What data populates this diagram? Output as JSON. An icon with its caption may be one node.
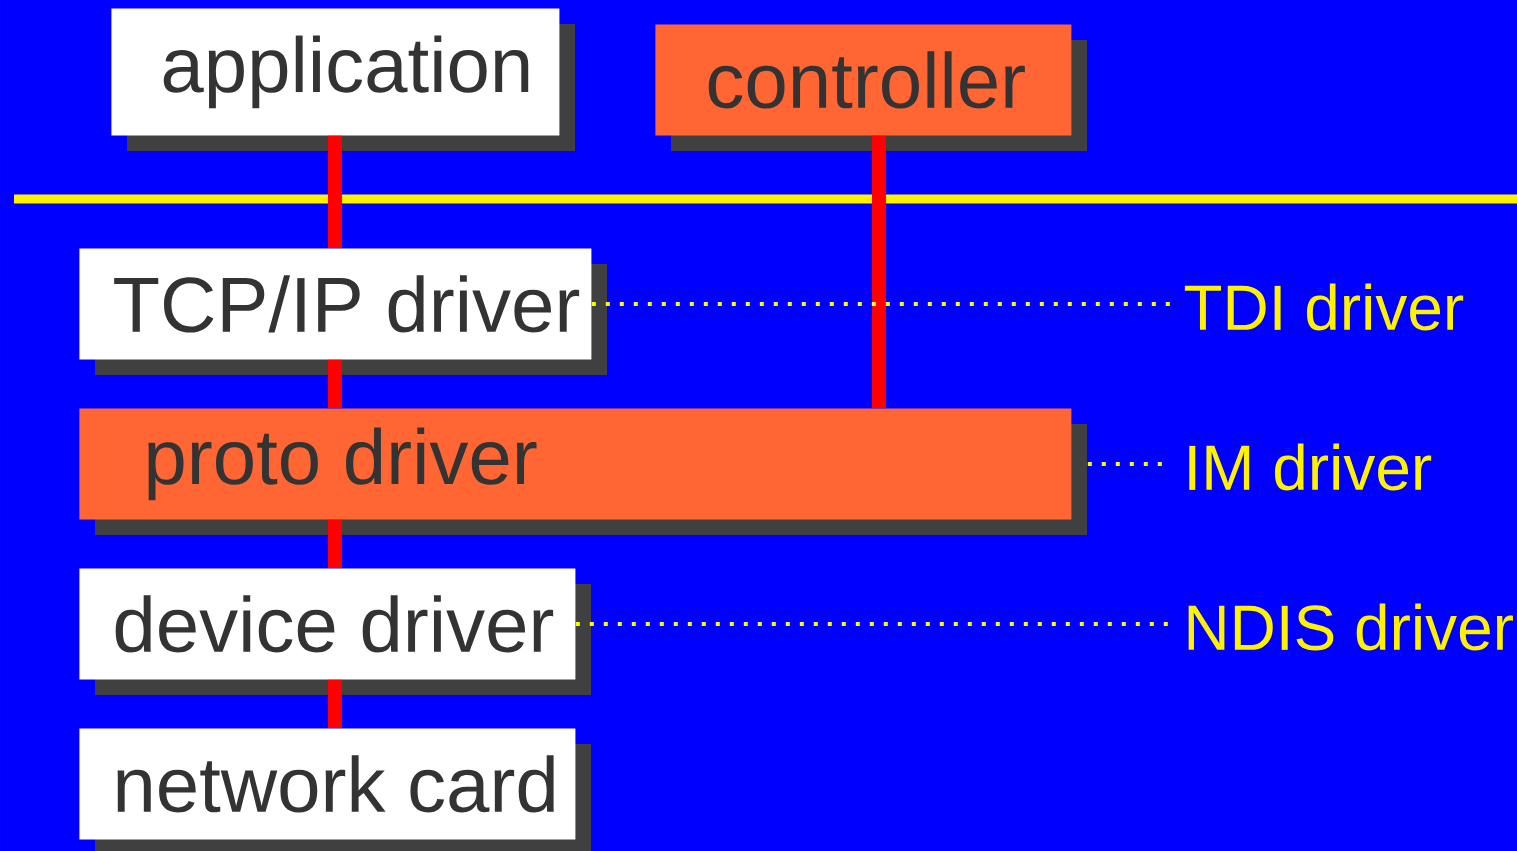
{
  "diagram": {
    "nodes": [
      {
        "text": [
          "application"
        ]
      },
      {
        "text": [
          "controller"
        ]
      },
      {
        "text": [
          "TCP/IP driver"
        ]
      },
      {
        "text": [
          "proto driver"
        ]
      },
      {
        "text": [
          "device driver"
        ]
      },
      {
        "text": [
          "network card"
        ]
      },
      {
        "text": [
          "TDI driver"
        ]
      },
      {
        "text": [
          "IM driver"
        ]
      },
      {
        "text": [
          "NDIS driver"
        ]
      }
    ],
    "edges": [
      {
        "from": 0,
        "to": 2,
        "arrow": "none"
      },
      {
        "from": 1,
        "to": 3,
        "arrow": "none"
      },
      {
        "from": 2,
        "to": 3,
        "arrow": "none"
      },
      {
        "from": 3,
        "to": 4,
        "arrow": "none"
      },
      {
        "from": 4,
        "to": 5,
        "arrow": "none"
      },
      {
        "from": 2,
        "to": 6,
        "arrow": "none",
        "style": "dashed",
        "color": "#ffff00"
      },
      {
        "from": 3,
        "to": 7,
        "arrow": "none",
        "style": "dashed",
        "color": "#ffff00"
      },
      {
        "from": 4,
        "to": 8,
        "arrow": "none",
        "style": "dashed",
        "color": "#ffff00"
      }
    ]
  }
}
